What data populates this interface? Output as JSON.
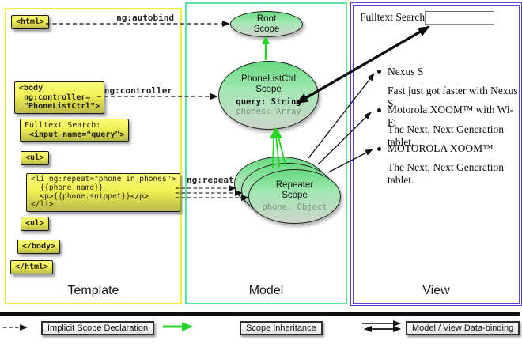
{
  "colors": {
    "template_border": "#f0ee3e",
    "model_border": "#5ce3a3",
    "view_border": "#5645d2",
    "code_box_yellow": "#f0f052",
    "scope_green": "#67da81",
    "inheritance_green": "#26d326",
    "arrow_black": "#141414"
  },
  "template_column": {
    "label": "Template",
    "html_open": "<html>",
    "body_open": "<body\n ng:controller=\n \"PhoneListCtrl\">",
    "fulltext_label": "Fulltext Search:",
    "fulltext_input": "<input name=\"query\">",
    "ul_open": "<ul>",
    "li_repeat": "<li ng:repeat=\"phone in phones\">\n  {{phone.name}}\n  <p>{{phone.snippet}}</p>\n</li>",
    "ul_close": "<ul>",
    "body_close": "</body>",
    "html_close": "</html>"
  },
  "arrow_labels": {
    "autobind": "ng:autobind",
    "controller": "ng:controller",
    "repeat": "ng:repeat"
  },
  "model_column": {
    "label": "Model",
    "root_scope": {
      "title": "Root Scope"
    },
    "phonelist_scope": {
      "title": "PhoneListCtrl Scope",
      "prop_query": "query: String",
      "prop_phones": "phones: Array"
    },
    "repeater_scope": {
      "title": "Repeater Scope",
      "prop_phone": "phone: Object"
    }
  },
  "view_column": {
    "label": "View",
    "search_label": "Fulltext Search:",
    "search_value": "",
    "items": [
      {
        "title": "Nexus S",
        "snippet": "Fast just got faster with Nexus S."
      },
      {
        "title": "Motorola XOOM™ with Wi-Fi",
        "snippet": "The Next, Next Generation tablet."
      },
      {
        "title": "MOTOROLA XOOM™",
        "snippet": "The Next, Next Generation tablet."
      }
    ]
  },
  "legend": {
    "implicit": "Implicit Scope Declaration",
    "inheritance": "Scope Inheritance",
    "binding": "Model / View Data-binding"
  }
}
